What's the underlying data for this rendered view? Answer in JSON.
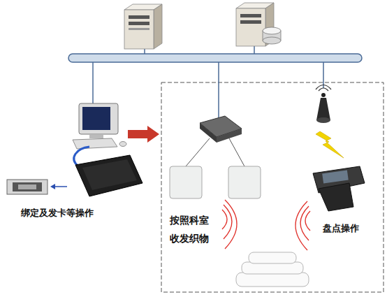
{
  "diagram": {
    "labels": [
      "绑定及发卡等操作",
      "按照科室 收发织物",
      "盘点操作"
    ]
  }
}
